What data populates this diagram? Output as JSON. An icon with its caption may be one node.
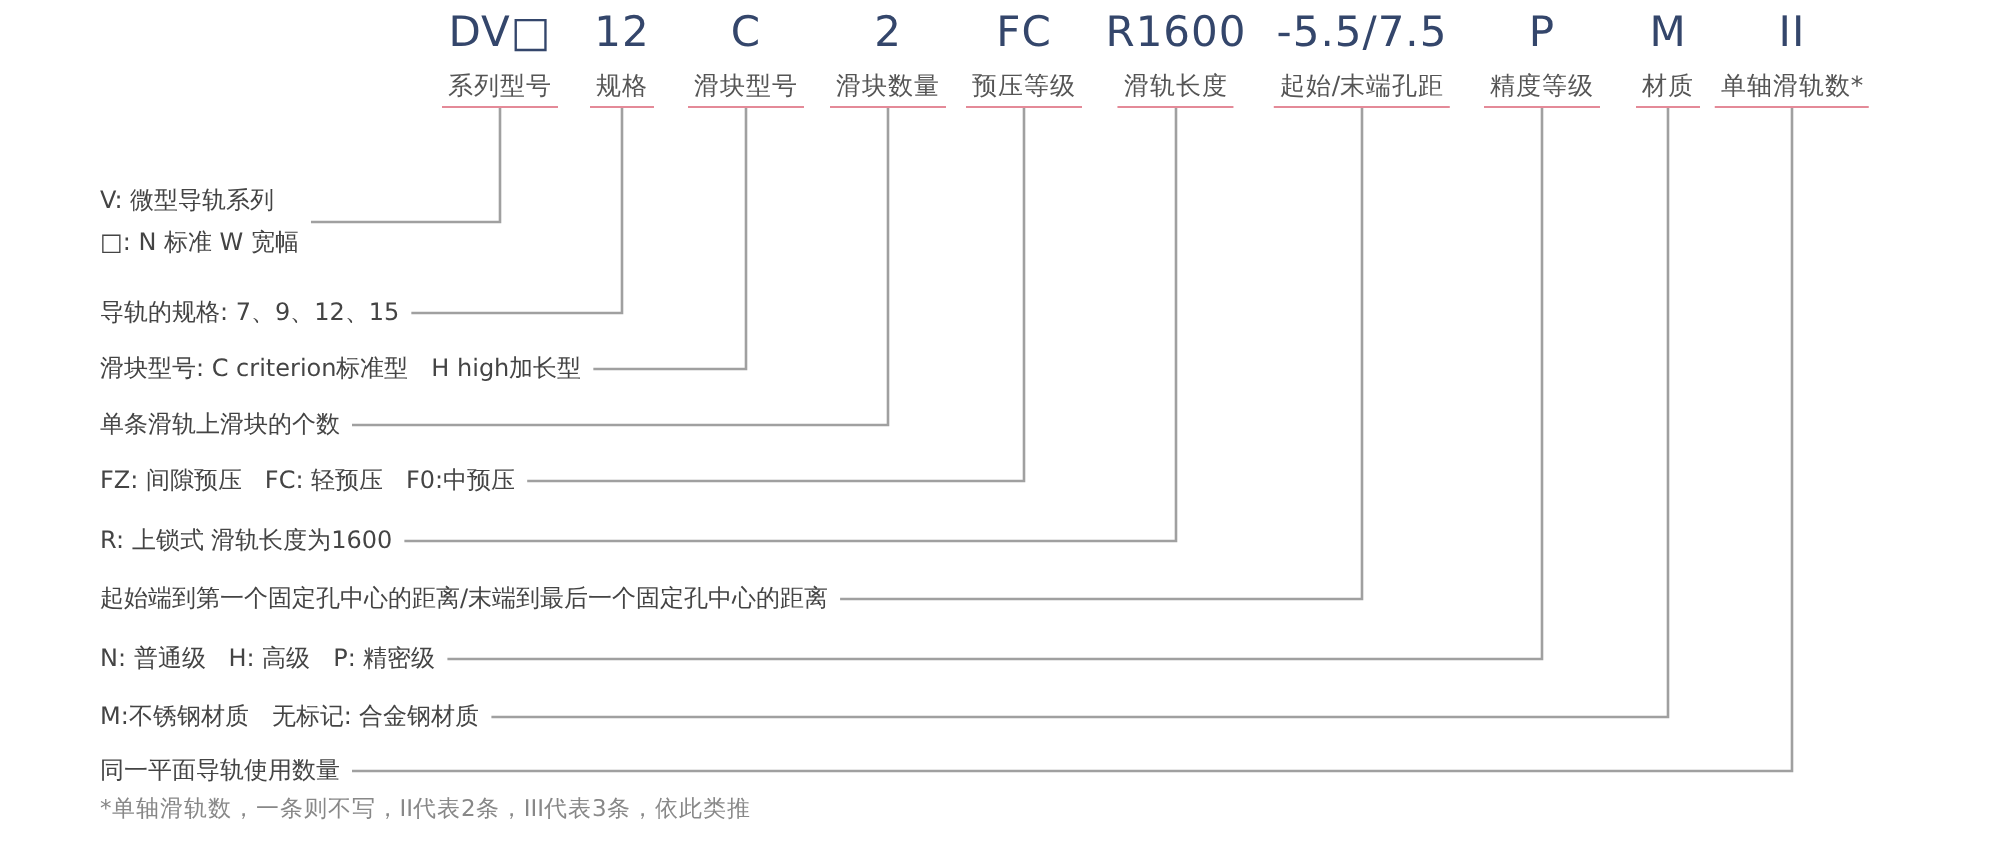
{
  "diagram": {
    "nodes": [
      {
        "text": [
          "DV□",
          "系列型号"
        ]
      },
      {
        "text": [
          "12",
          "规格"
        ]
      },
      {
        "text": [
          "C",
          "滑块型号"
        ]
      },
      {
        "text": [
          "2",
          "滑块数量"
        ]
      },
      {
        "text": [
          "FC",
          "预压等级"
        ]
      },
      {
        "text": [
          "R1600",
          "滑轨长度"
        ]
      },
      {
        "text": [
          "-5.5/7.5",
          "起始/末端孔距"
        ]
      },
      {
        "text": [
          "P",
          "精度等级"
        ]
      },
      {
        "text": [
          "M",
          "材质"
        ]
      },
      {
        "text": [
          "II",
          "单轴滑轨数*"
        ]
      },
      {
        "text": [
          "V: 微型导轨系列",
          "□: N 标准 W 宽幅"
        ]
      },
      {
        "text": [
          "导轨的规格: 7、9、12、15"
        ]
      },
      {
        "text": [
          "滑块型号: C criterion标准型   H high加长型"
        ]
      },
      {
        "text": [
          "单条滑轨上滑块的个数"
        ]
      },
      {
        "text": [
          "FZ: 间隙预压   FC: 轻预压   F0:中预压"
        ]
      },
      {
        "text": [
          "R: 上锁式 滑轨长度为1600"
        ]
      },
      {
        "text": [
          "起始端到第一个固定孔中心的距离/末端到最后一个固定孔中心的距离"
        ]
      },
      {
        "text": [
          "N: 普通级   H: 高级   P: 精密级"
        ]
      },
      {
        "text": [
          "M:不锈钢材质   无标记: 合金钢材质"
        ]
      },
      {
        "text": [
          "同一平面导轨使用数量"
        ]
      }
    ],
    "edges": [
      {
        "from": 0,
        "to": 10,
        "arrow": "none"
      },
      {
        "from": 1,
        "to": 11,
        "arrow": "none"
      },
      {
        "from": 2,
        "to": 12,
        "arrow": "none"
      },
      {
        "from": 3,
        "to": 13,
        "arrow": "none"
      },
      {
        "from": 4,
        "to": 14,
        "arrow": "none"
      },
      {
        "from": 5,
        "to": 15,
        "arrow": "none"
      },
      {
        "from": 6,
        "to": 16,
        "arrow": "none"
      },
      {
        "from": 7,
        "to": 17,
        "arrow": "none"
      },
      {
        "from": 8,
        "to": 18,
        "arrow": "none"
      },
      {
        "from": 9,
        "to": 19,
        "arrow": "none"
      }
    ],
    "labels": [
      "*单轴滑轨数，一条则不写，II代表2条，III代表3条，依此类推"
    ]
  }
}
